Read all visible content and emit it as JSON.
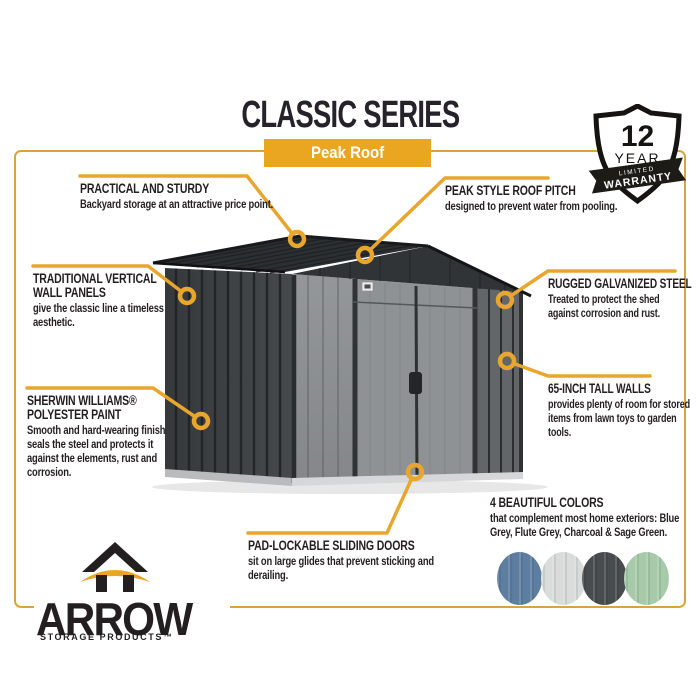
{
  "header": {
    "title": "CLASSIC SERIES",
    "banner": "Peak Roof"
  },
  "warranty_badge": {
    "years": "12",
    "year_label": "YEAR",
    "line1": "LIMITED",
    "line2": "WARRANTY"
  },
  "callouts": [
    {
      "id": "practical",
      "heading": "PRACTICAL AND STURDY",
      "body": "Backyard storage at an attractive price point."
    },
    {
      "id": "peak-roof-pitch",
      "heading": "PEAK STYLE ROOF PITCH",
      "body": "designed to prevent water from pooling."
    },
    {
      "id": "traditional-panels",
      "heading": "TRADITIONAL VERTICAL WALL PANELS",
      "body": "give the classic line a timeless aesthetic."
    },
    {
      "id": "rugged-steel",
      "heading": "RUGGED GALVANIZED STEEL",
      "body": "Treated to protect the shed against corrosion and rust."
    },
    {
      "id": "sherwin-paint",
      "heading": "SHERWIN WILLIAMS® POLYESTER PAINT",
      "body": "Smooth and hard-wearing finish seals the steel and protects it against the elements, rust and corrosion."
    },
    {
      "id": "tall-walls",
      "heading": "65-INCH TALL WALLS",
      "body": "provides plenty of room for stored items from lawn toys to garden tools."
    },
    {
      "id": "sliding-doors",
      "heading": "PAD-LOCKABLE SLIDING DOORS",
      "body": "sit on large glides that prevent sticking and derailing."
    }
  ],
  "colors_section": {
    "heading": "4 BEAUTIFUL COLORS",
    "body": "that complement most home exteriors: Blue Grey, Flute Grey, Charcoal & Sage Green.",
    "swatches": [
      {
        "name": "Blue Grey",
        "hex": "#5D7EA1"
      },
      {
        "name": "Flute Grey",
        "hex": "#D8DCDA"
      },
      {
        "name": "Charcoal",
        "hex": "#484C4E"
      },
      {
        "name": "Sage Green",
        "hex": "#A7CBAA"
      }
    ]
  },
  "logo": {
    "brand": "ARROW",
    "tagline": "STORAGE PRODUCTS™"
  },
  "colors": {
    "accent_gold": "#E8A62F",
    "banner_gold": "#EAA621",
    "frame_gold": "#D9A43C",
    "text": "#231F20",
    "shed_roof": "#2C2F31",
    "shed_side_wall": "#3F4345",
    "shed_front_wall": "#898C8E"
  }
}
